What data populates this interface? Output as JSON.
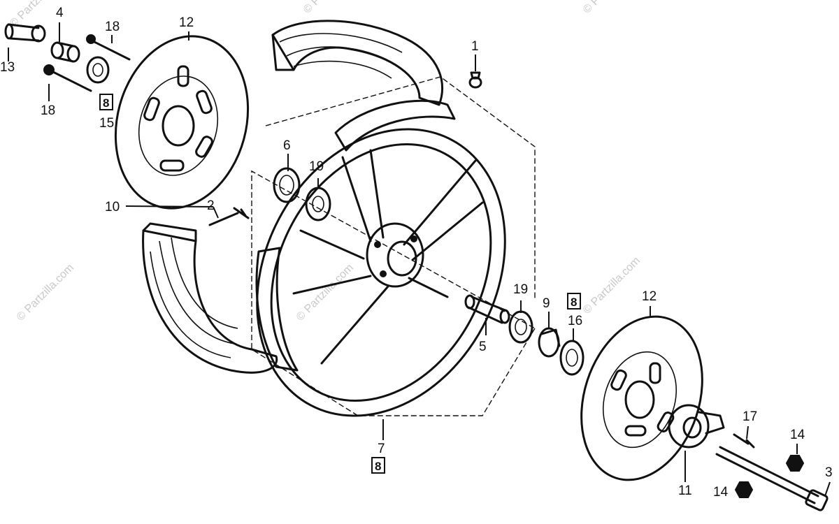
{
  "watermark": "© Partzilla.com",
  "callouts": {
    "c1": "1",
    "c2": "2",
    "c3": "3",
    "c4": "4",
    "c5": "5",
    "c6": "6",
    "c7": "7",
    "c9": "9",
    "c10": "10",
    "c11": "11",
    "c12a": "12",
    "c12b": "12",
    "c13": "13",
    "c14a": "14",
    "c14b": "14",
    "c15": "15",
    "c16": "16",
    "c17": "17",
    "c18a": "18",
    "c18b": "18",
    "c19a": "19",
    "c19b": "19"
  },
  "boxed_labels": {
    "b8a": "8",
    "b8b": "8",
    "b8c": "8"
  }
}
